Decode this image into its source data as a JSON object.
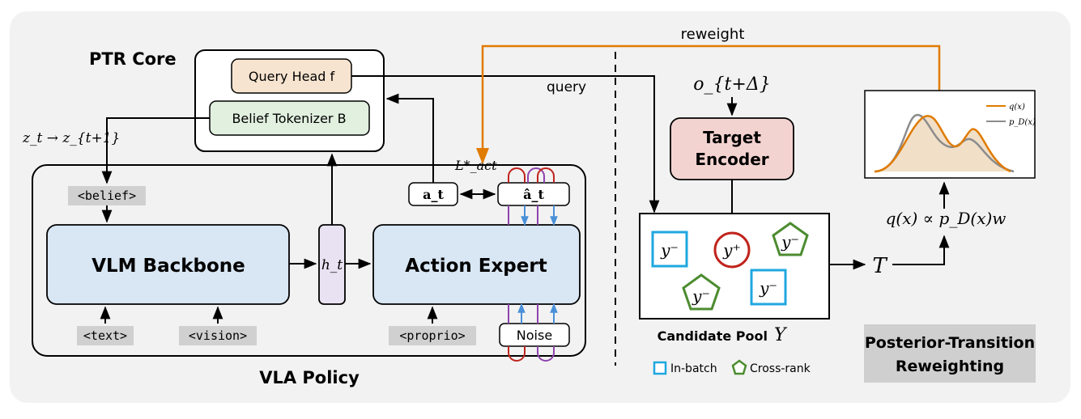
{
  "ptr_core": {
    "title": "PTR Core",
    "query_head": "Query Head f",
    "belief_tokenizer": "Belief Tokenizer B"
  },
  "labels": {
    "reweight": "reweight",
    "query": "query",
    "z_transition": "z_t → z_{t+1}",
    "loss": "L*_act"
  },
  "vla_policy": {
    "title": "VLA Policy",
    "belief_token": "<belief>",
    "vlm_backbone": "VLM Backbone",
    "hidden": "h_t",
    "action_expert": "Action Expert",
    "text_token": "<text>",
    "vision_token": "<vision>",
    "proprio_token": "<proprio>",
    "noise": "Noise",
    "action": "a_t",
    "action_hat": "â_t"
  },
  "target": {
    "observation": "o_{t+Δ}",
    "encoder_line1": "Target",
    "encoder_line2": "Encoder"
  },
  "pool": {
    "caption": "Candidate Pool",
    "caption_symbol": "Y",
    "items": [
      {
        "label": "y⁻",
        "kind": "in-batch"
      },
      {
        "label": "y⁺",
        "kind": "positive"
      },
      {
        "label": "y⁻",
        "kind": "cross-rank"
      },
      {
        "label": "y⁻",
        "kind": "cross-rank"
      },
      {
        "label": "y⁻",
        "kind": "in-batch"
      }
    ],
    "legend_in_batch": "In-batch",
    "legend_cross_rank": "Cross-rank",
    "T": "T"
  },
  "posterior": {
    "formula": "q(x) ∝ p_D(x)w",
    "legend_q": "q(x)",
    "legend_p": "p_D(x)",
    "title_line1": "Posterior-Transition",
    "title_line2": "Reweighting"
  },
  "colors": {
    "orange": "#E07B00",
    "gray_curve": "#8C8C8C",
    "blue_box": "#D9E6F3",
    "query_head": "#F7E4D0",
    "belief_tokenizer": "#E1F0DF",
    "hidden": "#E8E2F2",
    "target_encoder": "#F3D3D0",
    "in_batch": "#1FA7E0",
    "cross_rank": "#4C8C2F",
    "positive": "#C0241C"
  }
}
